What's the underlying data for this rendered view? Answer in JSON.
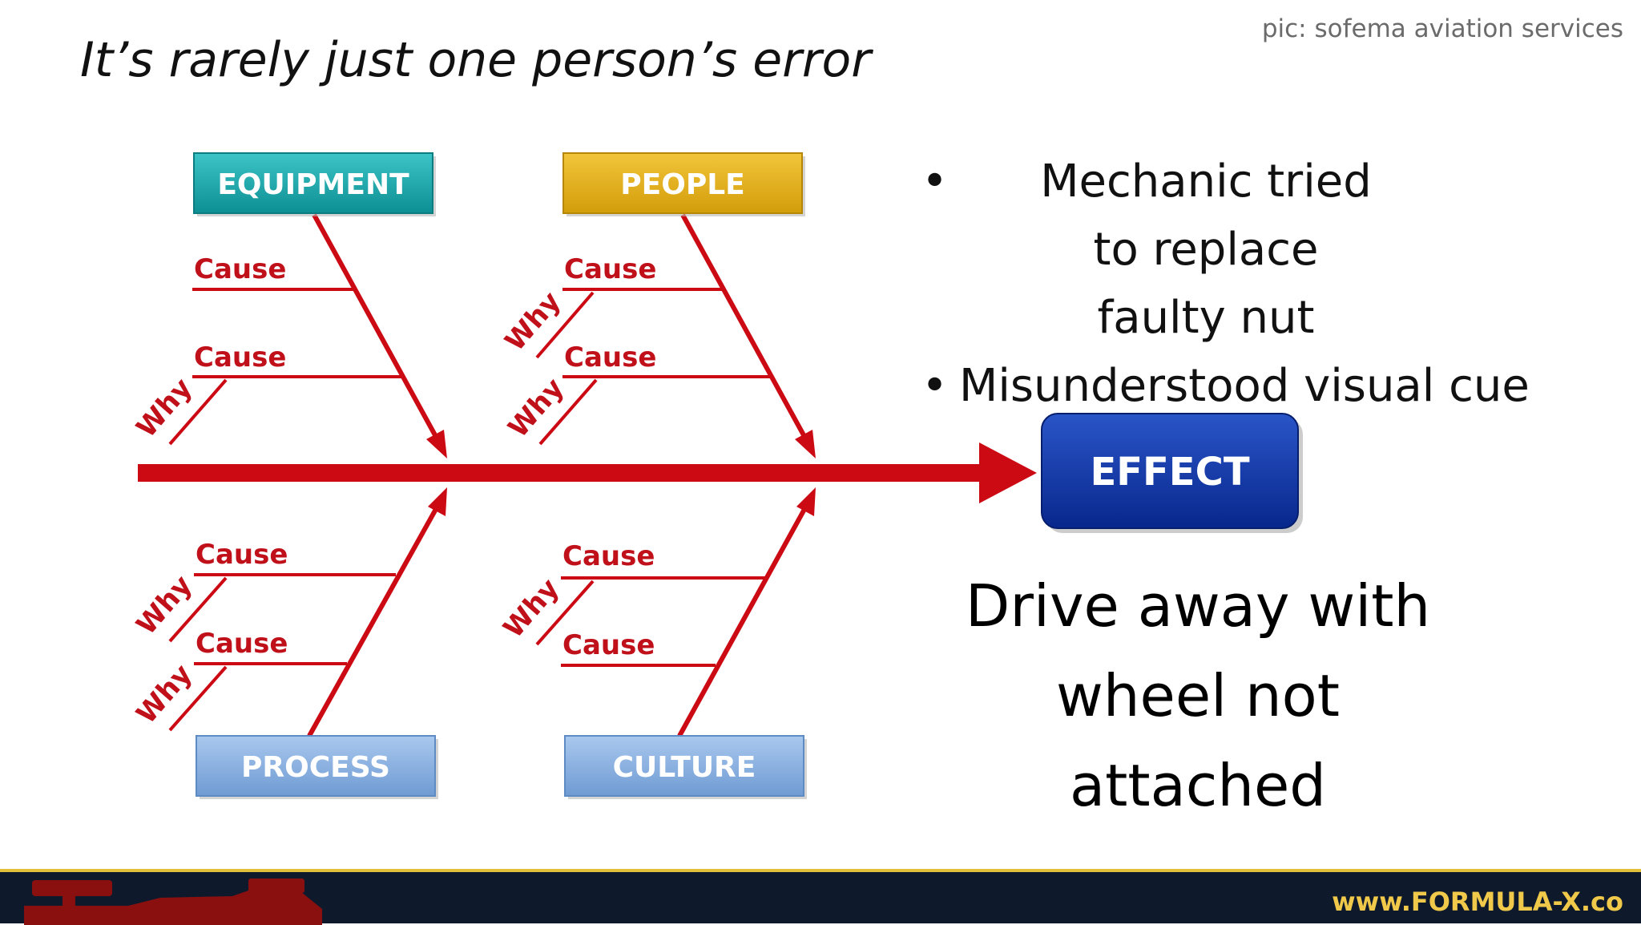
{
  "slide": {
    "title": "It’s rarely just one person’s error",
    "credit": "pic: sofema aviation services"
  },
  "diagram": {
    "categories": {
      "equipment": "EQUIPMENT",
      "people": "PEOPLE",
      "process": "PROCESS",
      "culture": "CULTURE"
    },
    "effect": "EFFECT",
    "cause_label": "Cause",
    "why_label": "Why",
    "colors": {
      "spine": "#cc0a14",
      "equipment": "#13a3a6",
      "people": "#e0ac14",
      "process": "#86afdf",
      "culture": "#86afdf",
      "effect": "#0b38a8"
    }
  },
  "notes": {
    "bullets": [
      "Mechanic tried to replace faulty nut",
      "Misunderstood visual cue"
    ],
    "outcome": "Drive away with wheel not attached"
  },
  "footer": {
    "link": "www.FORMULA-X.co",
    "logo_icon": "race-car-icon"
  }
}
